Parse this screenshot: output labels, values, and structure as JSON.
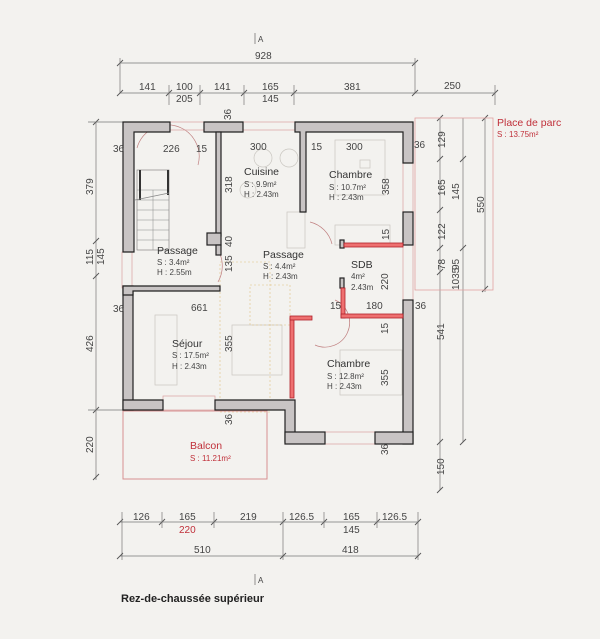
{
  "caption": "Rez-de-chaussée supérieur",
  "section_marker": "A",
  "rooms": {
    "cuisine": {
      "name": "Cuisine",
      "area": "S : 9.9m²",
      "height": "H : 2.43m"
    },
    "chambre1": {
      "name": "Chambre",
      "area": "S : 10.7m²",
      "height": "H : 2.43m"
    },
    "passage1": {
      "name": "Passage",
      "area": "S : 3.4m²",
      "height": "H : 2.55m"
    },
    "passage2": {
      "name": "Passage",
      "area": "S : 4.4m²",
      "height": "H : 2.43m"
    },
    "sdb": {
      "name": "SDB",
      "area": "4m²",
      "height": "2.43m"
    },
    "sejour": {
      "name": "Séjour",
      "area": "S : 17.5m²",
      "height": "H : 2.43m"
    },
    "chambre2": {
      "name": "Chambre",
      "area": "S : 12.8m²",
      "height": "H : 2.43m"
    },
    "balcon": {
      "name": "Balcon",
      "area": "S : 11.21m²"
    },
    "parking": {
      "name": "Place de parc",
      "area": "S : 13.75m²"
    }
  },
  "dims": {
    "top_total": "928",
    "top": [
      "141",
      "100",
      "141",
      "165",
      "381",
      "250"
    ],
    "top_sub": [
      "205",
      "145"
    ],
    "bottom": [
      "126",
      "165",
      "219",
      "126.5",
      "165",
      "126.5"
    ],
    "bottom_sub": [
      "220",
      "145"
    ],
    "bottom_total": [
      "510",
      "418"
    ],
    "left": [
      "379",
      "115",
      "145",
      "426",
      "220"
    ],
    "right_inner": [
      "129",
      "165",
      "145",
      "122",
      "78",
      "95"
    ],
    "right_outer": [
      "550",
      "1035",
      "541",
      "150"
    ],
    "interior": {
      "w36a": "36",
      "w226": "226",
      "w15a": "15",
      "w300a": "300",
      "w15b": "15",
      "w300b": "300",
      "w36b": "36",
      "v318": "318",
      "v358": "358",
      "v40": "40",
      "v135": "135",
      "v15c": "15",
      "w36c": "36",
      "w661": "661",
      "v355a": "355",
      "w36d": "36",
      "v220": "220",
      "w15d": "15",
      "w180": "180",
      "w36e": "36",
      "v15e": "15",
      "v355b": "355",
      "v36f": "36",
      "v36top": "36"
    }
  }
}
